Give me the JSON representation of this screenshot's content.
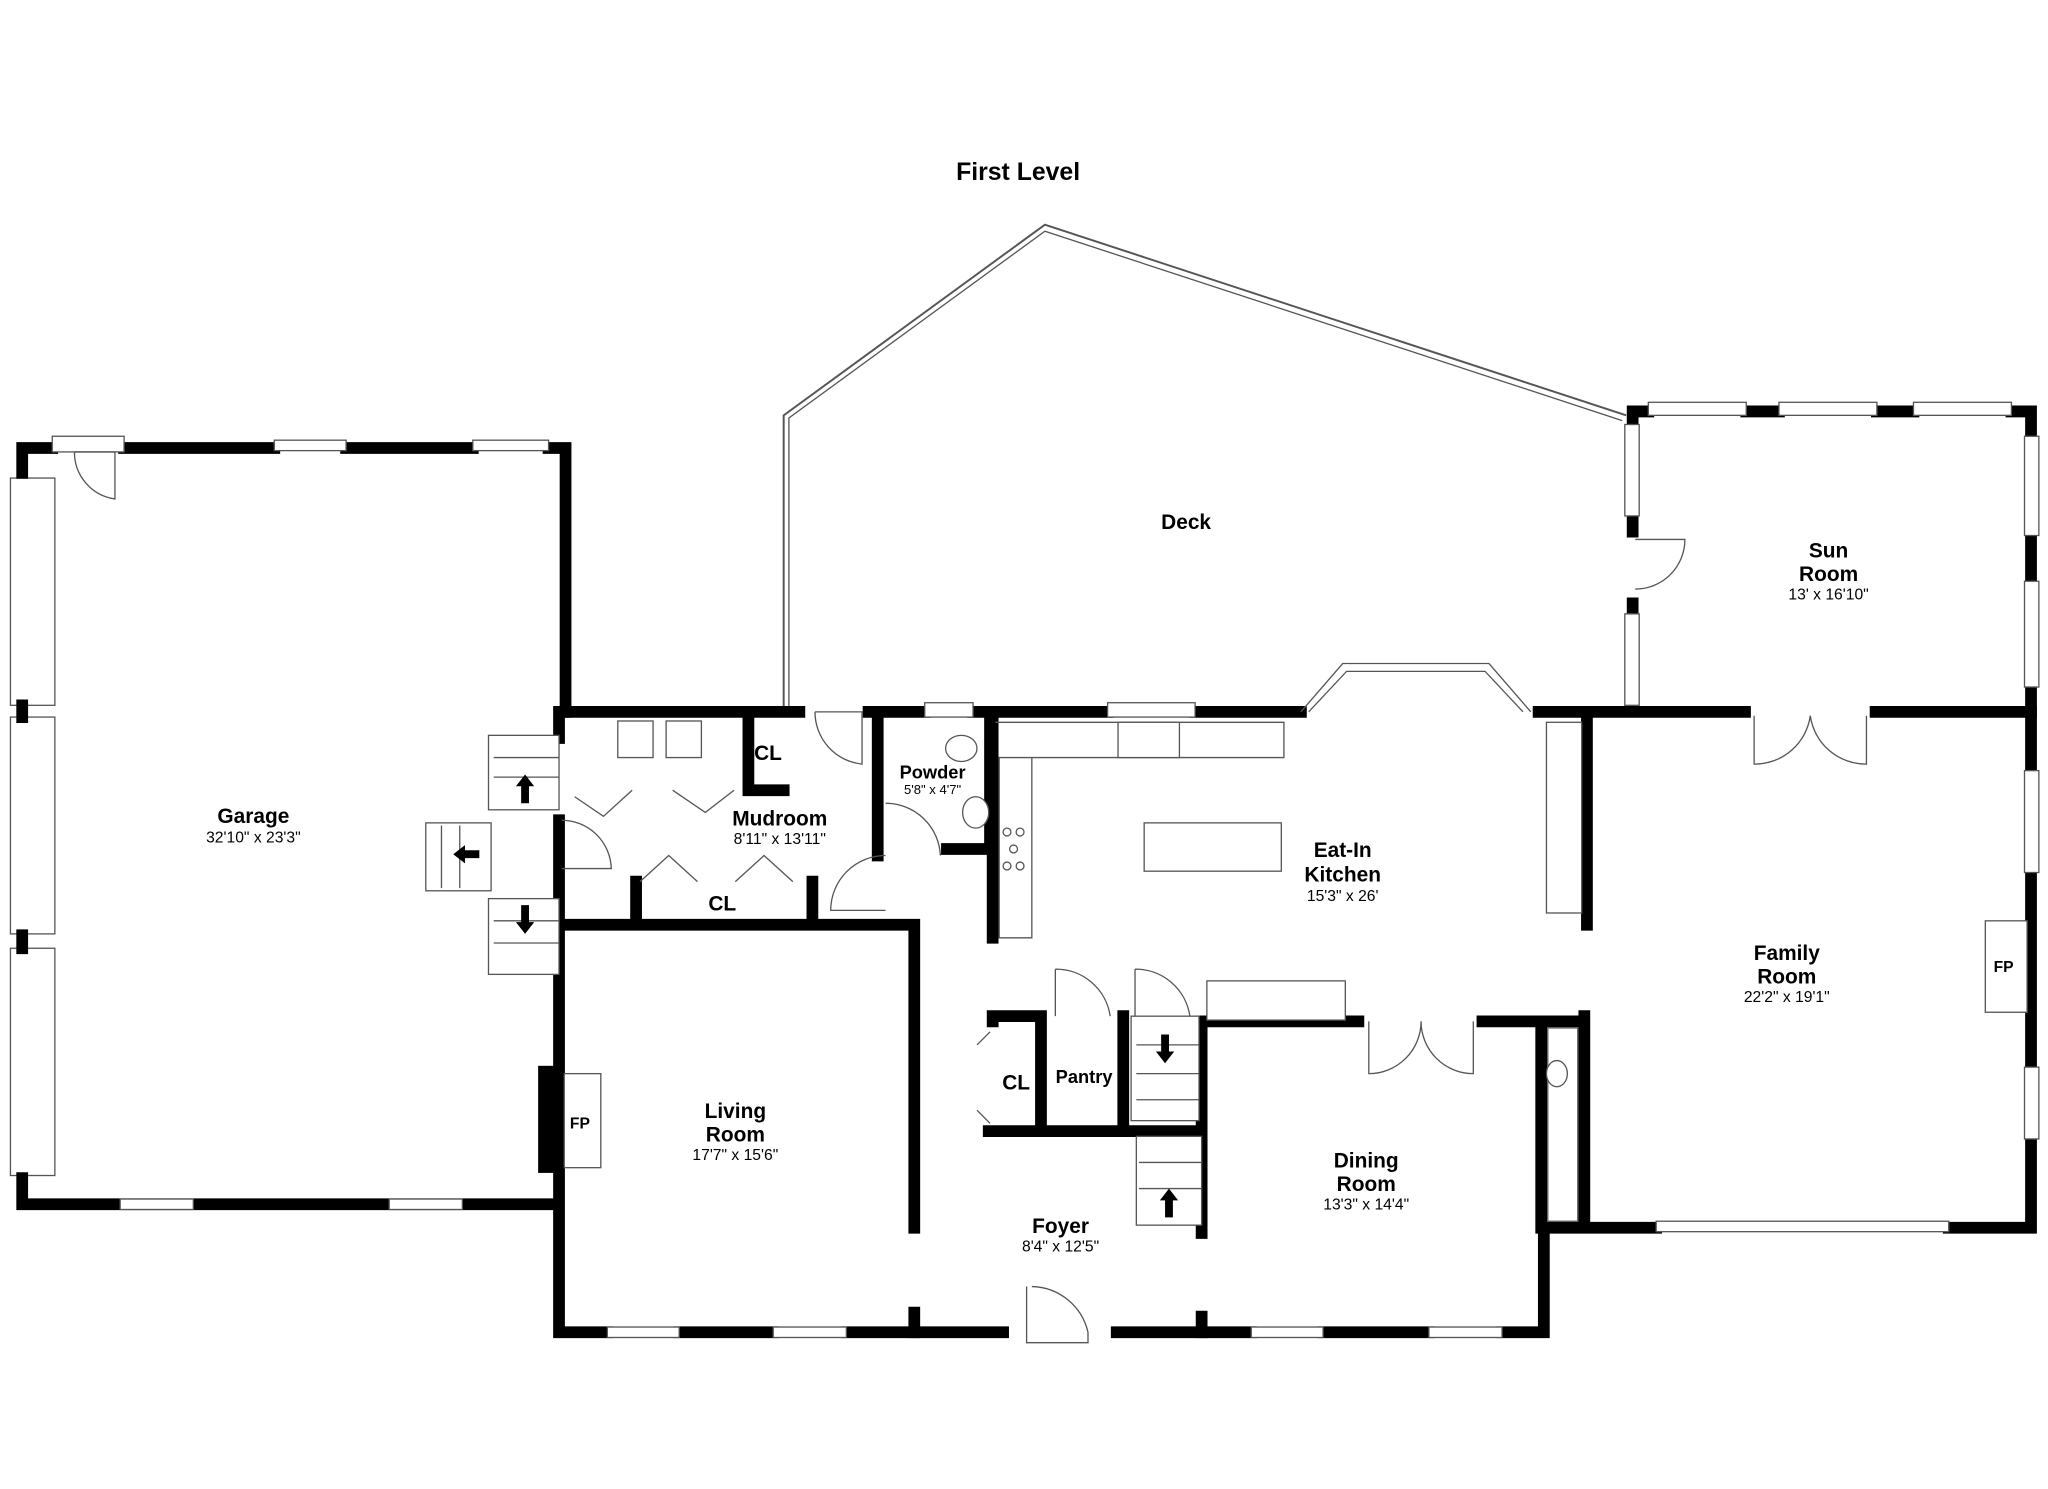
{
  "title": "First Level",
  "rooms": {
    "garage": {
      "name": "Garage",
      "dims": "32'10\" x 23'3\""
    },
    "deck": {
      "name": "Deck"
    },
    "sun_room": {
      "name1": "Sun",
      "name2": "Room",
      "dims": "13' x 16'10\""
    },
    "mudroom": {
      "name": "Mudroom",
      "dims": "8'11\" x 13'11\""
    },
    "powder": {
      "name": "Powder",
      "dims": "5'8\" x 4'7\""
    },
    "kitchen": {
      "name1": "Eat-In",
      "name2": "Kitchen",
      "dims": "15'3\" x 26'"
    },
    "family_room": {
      "name1": "Family",
      "name2": "Room",
      "dims": "22'2\" x 19'1\""
    },
    "living_room": {
      "name1": "Living",
      "name2": "Room",
      "dims": "17'7\" x 15'6\""
    },
    "foyer": {
      "name": "Foyer",
      "dims": "8'4\" x 12'5\""
    },
    "dining_room": {
      "name1": "Dining",
      "name2": "Room",
      "dims": "13'3\" x 14'4\""
    },
    "pantry": {
      "name": "Pantry"
    }
  },
  "labels": {
    "closet": "CL",
    "fireplace": "FP"
  }
}
